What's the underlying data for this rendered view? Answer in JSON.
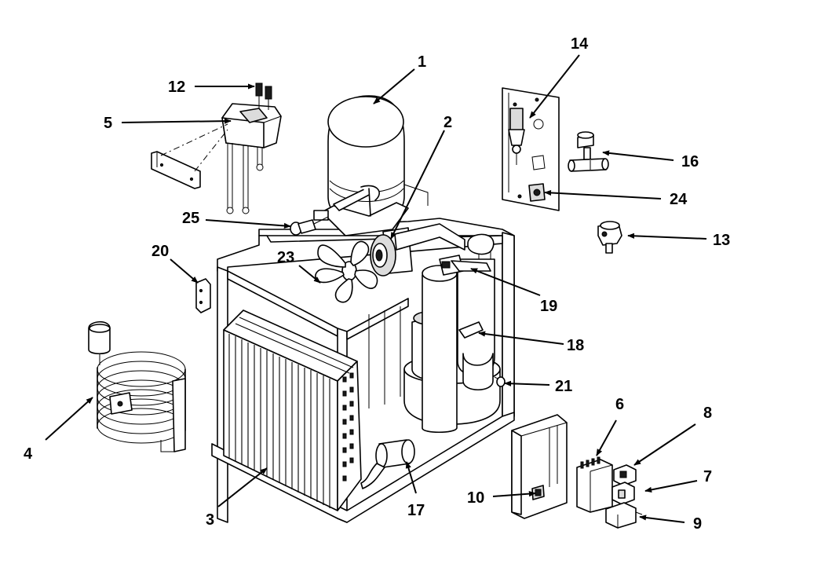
{
  "figure": {
    "line_color": "#000000",
    "background": "#ffffff",
    "callouts": [
      {
        "id": "1",
        "label": "1"
      },
      {
        "id": "2",
        "label": "2"
      },
      {
        "id": "3",
        "label": "3"
      },
      {
        "id": "4",
        "label": "4"
      },
      {
        "id": "5",
        "label": "5"
      },
      {
        "id": "6",
        "label": "6"
      },
      {
        "id": "7",
        "label": "7"
      },
      {
        "id": "8",
        "label": "8"
      },
      {
        "id": "9",
        "label": "9"
      },
      {
        "id": "10",
        "label": "10"
      },
      {
        "id": "12",
        "label": "12"
      },
      {
        "id": "13",
        "label": "13"
      },
      {
        "id": "14",
        "label": "14"
      },
      {
        "id": "16",
        "label": "16"
      },
      {
        "id": "17",
        "label": "17"
      },
      {
        "id": "18",
        "label": "18"
      },
      {
        "id": "19",
        "label": "19"
      },
      {
        "id": "20",
        "label": "20"
      },
      {
        "id": "21",
        "label": "21"
      },
      {
        "id": "23",
        "label": "23"
      },
      {
        "id": "24",
        "label": "24"
      },
      {
        "id": "25",
        "label": "25"
      }
    ]
  }
}
